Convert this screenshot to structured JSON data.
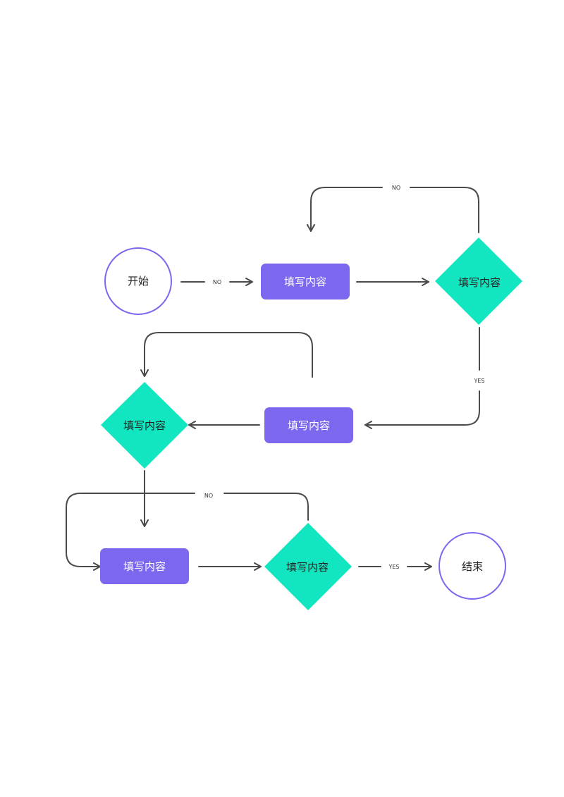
{
  "colors": {
    "process": "#7B68EE",
    "decision": "#12E6C0",
    "terminal_stroke": "#7B68EE",
    "connector": "#4A4A4A",
    "text_dark": "#222222",
    "text_light": "#ffffff"
  },
  "nodes": {
    "start": "开始",
    "process_1": "填写内容",
    "decision_1": "填写内容",
    "process_2": "填写内容",
    "decision_2": "填写内容",
    "process_3": "填写内容",
    "decision_3": "填写内容",
    "end": "结束"
  },
  "edge_labels": {
    "start_to_process_1": "NO",
    "decision_1_loop": "NO",
    "decision_1_down": "YES",
    "decision_3_loop": "NO",
    "decision_3_to_end": "YES"
  }
}
